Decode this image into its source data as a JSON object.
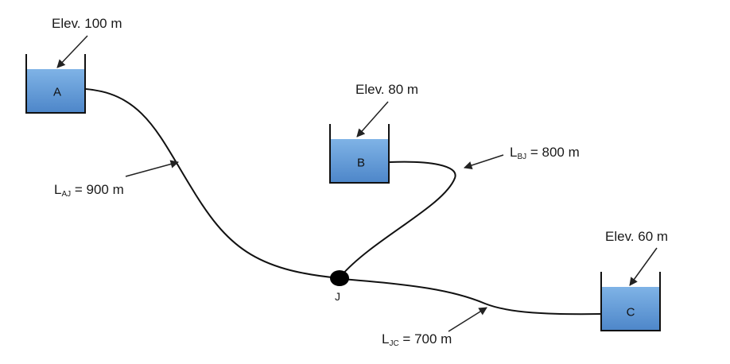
{
  "colors": {
    "water_top": "#7fb3e6",
    "water_bottom": "#4d86c9",
    "tank_wall": "#111111",
    "pipe": "#111111",
    "arrow": "#222222",
    "junction": "#000000"
  },
  "reservoirs": {
    "A": {
      "letter": "A",
      "elevation_label": "Elev. 100 m"
    },
    "B": {
      "letter": "B",
      "elevation_label": "Elev. 80 m"
    },
    "C": {
      "letter": "C",
      "elevation_label": "Elev. 60 m"
    }
  },
  "junction": {
    "label": "J"
  },
  "pipes": {
    "AJ": {
      "prefix": "L",
      "subscript": "AJ",
      "value": " = 900 m"
    },
    "BJ": {
      "prefix": "L",
      "subscript": "BJ",
      "value": " = 800 m"
    },
    "JC": {
      "prefix": "L",
      "subscript": "JC",
      "value": " = 700 m"
    }
  }
}
